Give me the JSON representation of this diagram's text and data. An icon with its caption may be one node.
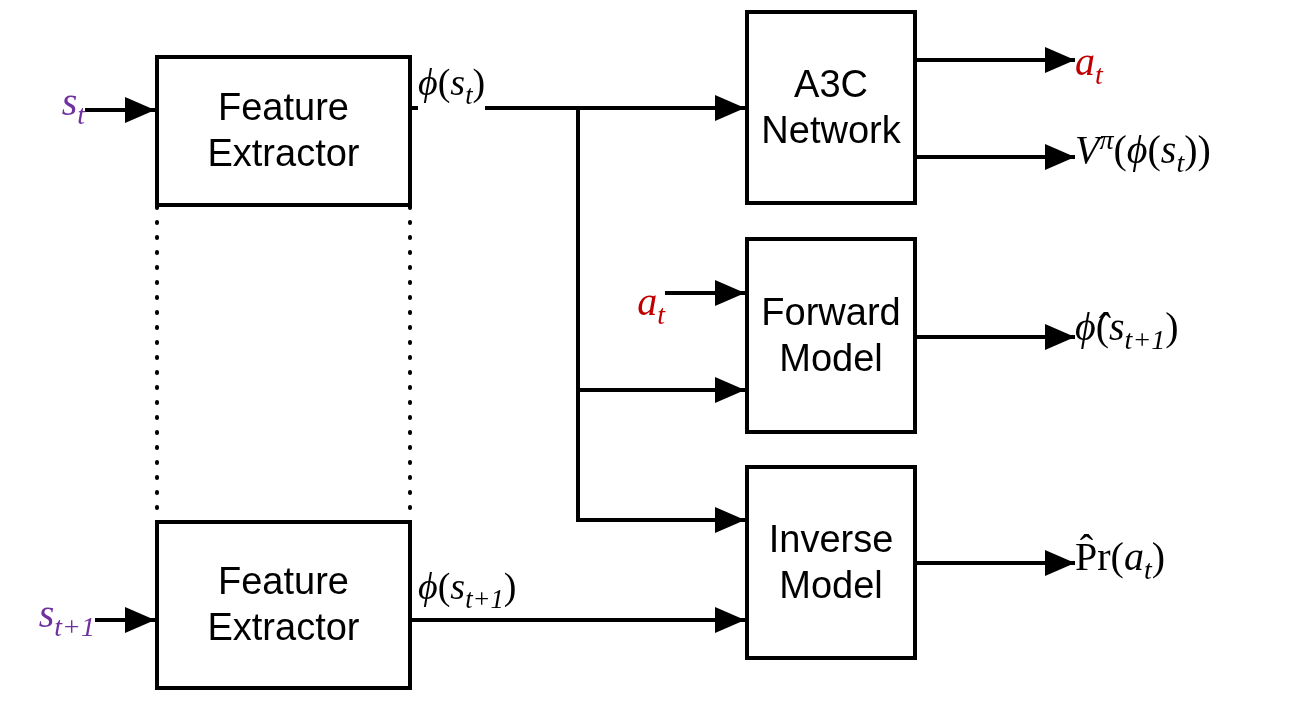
{
  "diagram": {
    "nodes": [
      {
        "text": [
          "Feature Extractor"
        ]
      },
      {
        "text": [
          "Feature Extractor"
        ]
      },
      {
        "text": [
          "A3C Network"
        ]
      },
      {
        "text": [
          "Forward Model"
        ]
      },
      {
        "text": [
          "Inverse Model"
        ]
      },
      {
        "text": [
          "*s*$_{t}$"
        ]
      },
      {
        "text": [
          "*s*$_{t+1}$"
        ]
      },
      {
        "text": [
          "*a*$_{t}$"
        ]
      },
      {
        "text": [
          "*a*$_{t}$"
        ]
      },
      {
        "text": [
          "*V*$^{π}$(*ϕ*(*s*$_{t}$))"
        ]
      },
      {
        "text": [
          "*ϕ̂*(*s*$_{t+1}$)"
        ]
      },
      {
        "text": [
          "P̂r(*a*$_{t}$)"
        ]
      }
    ],
    "edges": [
      {
        "from": 5,
        "to": 0,
        "arrow": "to"
      },
      {
        "from": 6,
        "to": 1,
        "arrow": "to"
      },
      {
        "from": 0,
        "to": 2,
        "arrow": "to",
        "label": "*ϕ*(*s*$_{t}$)"
      },
      {
        "from": 0,
        "to": 3,
        "arrow": "to"
      },
      {
        "from": 0,
        "to": 4,
        "arrow": "to"
      },
      {
        "from": 7,
        "to": 3,
        "arrow": "to"
      },
      {
        "from": 1,
        "to": 4,
        "arrow": "to",
        "label": "*ϕ*(*s*$_{t+1}$)"
      },
      {
        "from": 2,
        "to": 8,
        "arrow": "to"
      },
      {
        "from": 2,
        "to": 9,
        "arrow": "to"
      },
      {
        "from": 3,
        "to": 10,
        "arrow": "to"
      },
      {
        "from": 4,
        "to": 11,
        "arrow": "to"
      },
      {
        "from": 0,
        "to": 1,
        "arrow": "none",
        "style": "dashed"
      },
      {
        "from": 0,
        "to": 1,
        "arrow": "none",
        "style": "dashed"
      }
    ]
  }
}
